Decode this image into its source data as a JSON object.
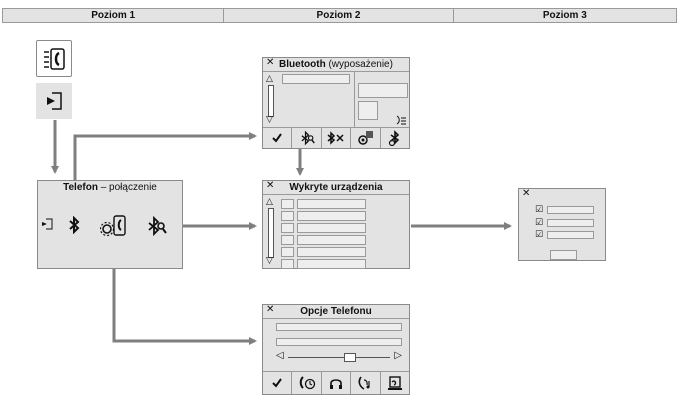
{
  "header": {
    "col1": "Poziom 1",
    "col2": "Poziom 2",
    "col3": "Poziom 3"
  },
  "panels": {
    "telefon": {
      "title_bold": "Telefon",
      "title_rest": " – połączenie"
    },
    "bluetooth": {
      "title_bold": "Bluetooth",
      "title_rest": " (wyposażenie)"
    },
    "wykryte": {
      "title_bold": "Wykryte urządzenia",
      "title_rest": ""
    },
    "opcje": {
      "title_bold": "Opcje Telefonu",
      "title_rest": ""
    }
  },
  "close_glyph": "✕",
  "icons": {
    "toolbar_bluetooth": [
      "check-icon",
      "bluetooth-search-icon",
      "bluetooth-disconnect-icon",
      "bluetooth-settings-icon",
      "bluetooth-phone-icon"
    ],
    "toolbar_opcje": [
      "check-icon",
      "call-timer-icon",
      "headset-icon",
      "phone-ring-icon",
      "phone-book-icon"
    ],
    "telefon": [
      "exit-icon",
      "bluetooth-icon",
      "phone-settings-icon",
      "bluetooth-search-icon"
    ],
    "level1": [
      "phone-book-icon",
      "exit-icon"
    ]
  },
  "colors": {
    "panel": "#e3e3e3",
    "arrow": "#7f7f7f",
    "border": "#8a8a8a"
  }
}
